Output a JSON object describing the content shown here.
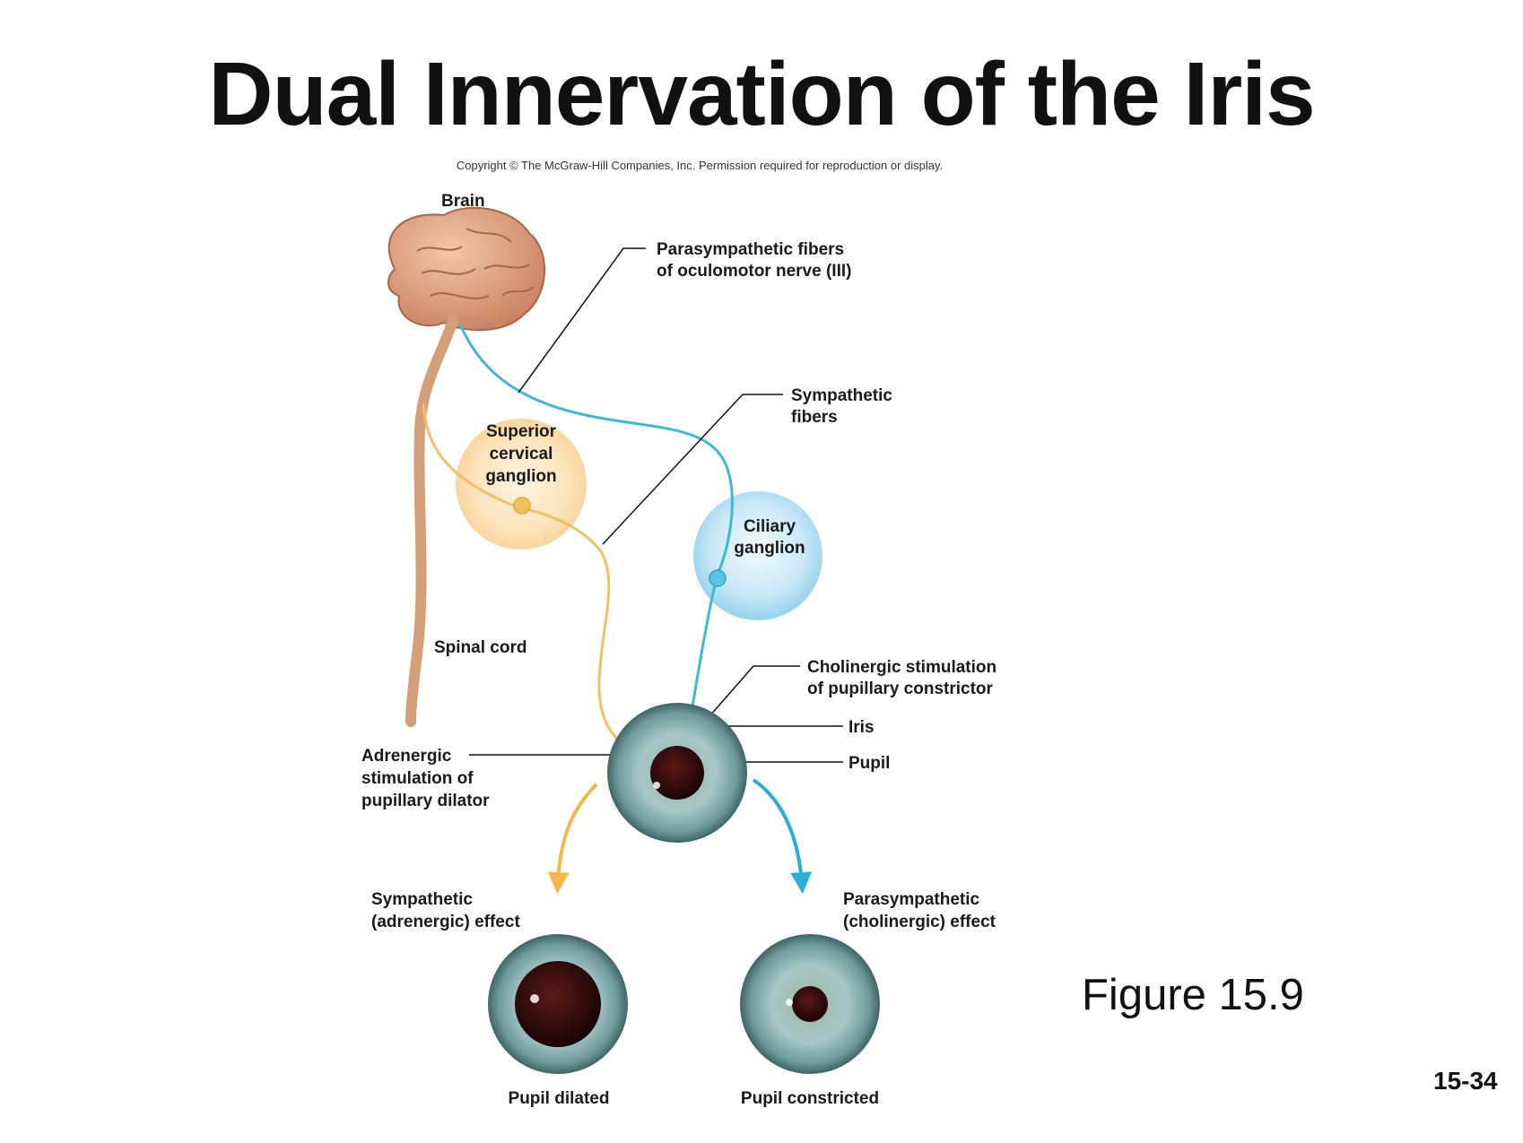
{
  "title": "Dual Innervation of the Iris",
  "copyright": "Copyright © The McGraw-Hill Companies, Inc. Permission required for reproduction or display.",
  "labels": {
    "brain": "Brain",
    "parasympathetic_fibers_line1": "Parasympathetic fibers",
    "parasympathetic_fibers_line2": "of oculomotor nerve (III)",
    "sympathetic_fibers_line1": "Sympathetic",
    "sympathetic_fibers_line2": "fibers",
    "superior_cervical_line1": "Superior",
    "superior_cervical_line2": "cervical",
    "superior_cervical_line3": "ganglion",
    "ciliary_line1": "Ciliary",
    "ciliary_line2": "ganglion",
    "spinal_cord": "Spinal cord",
    "cholinergic_line1": "Cholinergic stimulation",
    "cholinergic_line2": "of pupillary constrictor",
    "iris": "Iris",
    "pupil": "Pupil",
    "adrenergic_line1": "Adrenergic",
    "adrenergic_line2": "stimulation of",
    "adrenergic_line3": "pupillary dilator",
    "sym_effect_line1": "Sympathetic",
    "sym_effect_line2": "(adrenergic) effect",
    "para_effect_line1": "Parasympathetic",
    "para_effect_line2": "(cholinergic) effect",
    "pupil_dilated": "Pupil dilated",
    "pupil_constricted": "Pupil constricted"
  },
  "figure_label": "Figure 15.9",
  "slide_number": "15-34",
  "colors": {
    "parasympathetic": "#3fb8d6",
    "sympathetic": "#f2c064",
    "brain": "#d99878",
    "spinal_cord": "#d4a07a",
    "iris": "#6f9a9a",
    "pupil": "#2b0a0a"
  }
}
